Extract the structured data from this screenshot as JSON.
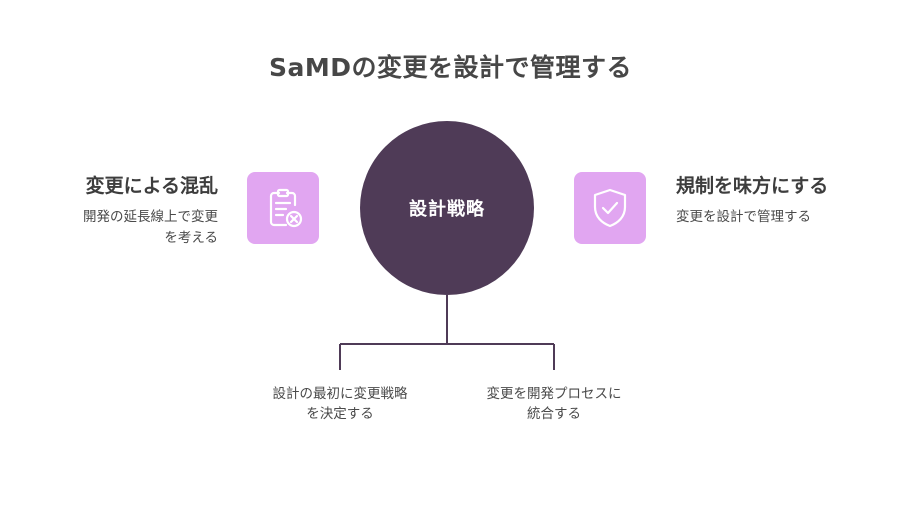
{
  "title": "SaMDの変更を設計で管理する",
  "center": {
    "label": "設計戦略",
    "color": "#4f3b57"
  },
  "left": {
    "heading": "変更による混乱",
    "description_lines": [
      "開発の延長線上で変更",
      "を考える"
    ],
    "icon": "clipboard-x-icon",
    "icon_bg": "#e1a6f1"
  },
  "right": {
    "heading": "規制を味方にする",
    "description_lines": [
      "変更を設計で管理する"
    ],
    "icon": "shield-check-icon",
    "icon_bg": "#e1a6f1"
  },
  "branches": [
    {
      "lines": [
        "設計の最初に変更戦略",
        "を決定する"
      ]
    },
    {
      "lines": [
        "変更を開発プロセスに",
        "統合する"
      ]
    }
  ]
}
